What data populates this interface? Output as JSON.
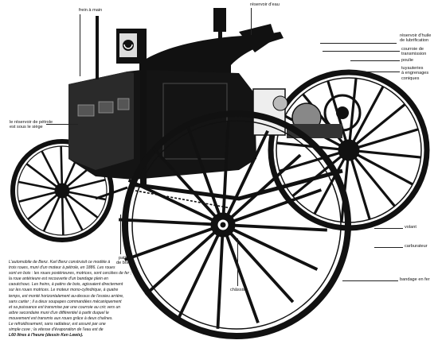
{
  "labels": {
    "frein_a_main": "frein à main",
    "reservoir_eau": "réservoir d'eau",
    "reservoir_huile": [
      "réservoir d'huile",
      "de lubrification"
    ],
    "courroie": [
      "courroie de",
      "transmission"
    ],
    "poulie": "poulie",
    "tuyauteries": [
      "tuyauteries",
      "à engrenages",
      "coniques"
    ],
    "reservoir_petrole": [
      "le réservoir de pétrole",
      "est sous le siège"
    ],
    "volant": "volant",
    "carburateur": "carburateur",
    "patin_bois": [
      "patin",
      "de bois"
    ],
    "chassis": "châssis",
    "bandage": "bandage en fer"
  },
  "caption": [
    "L'automobile de Benz. Karl Benz construisit ce modèle à",
    "trois roues, muni d'un moteur à pétrole, en 1886. Les roues",
    "sont en bois : les roues postérieures, motrices, sont cerclées de fer ;",
    "la roue antérieure est recouverte d'un bandage plein en",
    "caoutchouc. Les freins, à patins de bois, agissaient directement",
    "sur les roues motrices. Le moteur mono-cylindrique, à quatre",
    "temps, est monté horizontalement au-dessus de l'essieu arrière,",
    "sans carter ; il a deux soupapes commandées mécaniquement",
    "et sa puissance est transmise par une courroie au cric vers un",
    "arbre secondaire muni d'un différentiel à partir duquel le",
    "mouvement est transmis aux roues grâce à deux chaînes.",
    "Le refroidissement, sans radiateur, est assuré par une",
    "simple cuve ; la vitesse d'évaporation de l'eau est de",
    "L60 litres à l'heure (dessin Ken Lewis)."
  ]
}
